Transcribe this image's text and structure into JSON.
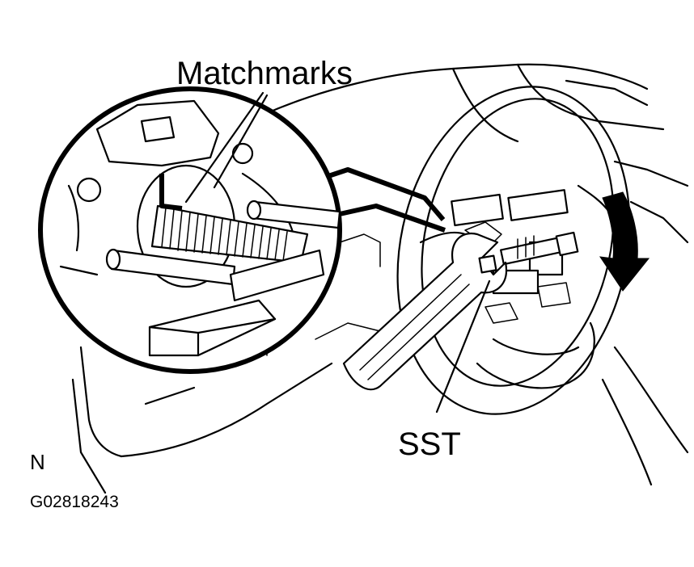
{
  "labels": {
    "matchmarks": "Matchmarks",
    "sst": "SST",
    "view": "N",
    "figure_code": "G02818243"
  },
  "colors": {
    "ink": "#000000",
    "paper": "#ffffff"
  }
}
